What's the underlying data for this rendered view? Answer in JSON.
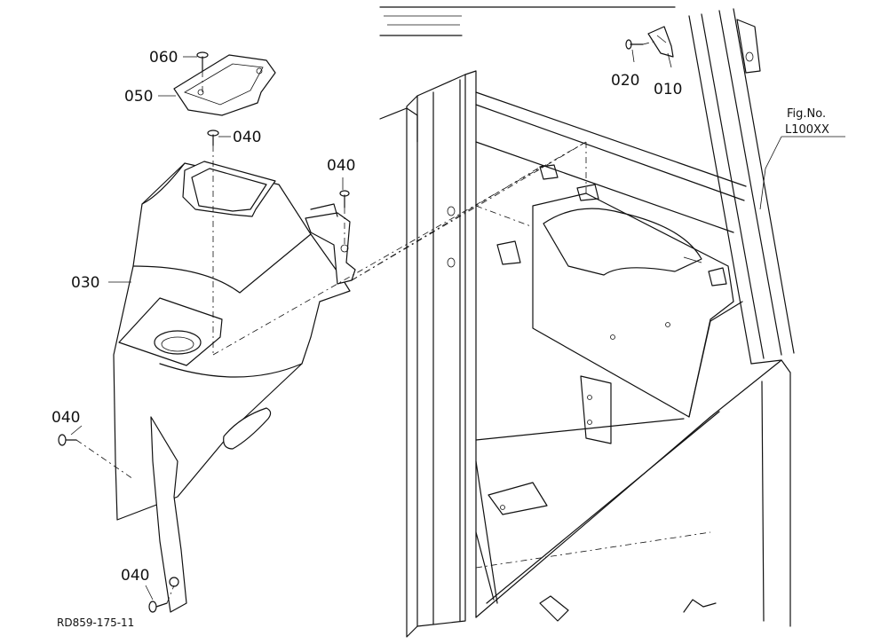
{
  "callouts": {
    "p060": "060",
    "p050": "050",
    "p040_top": "040",
    "p040_mid": "040",
    "p030": "030",
    "p040_left": "040",
    "p040_bottom": "040",
    "p020": "020",
    "p010": "010"
  },
  "figure": {
    "label": "Fig.No.",
    "number": "L100XX"
  },
  "drawing_code": "RD859-175-11"
}
